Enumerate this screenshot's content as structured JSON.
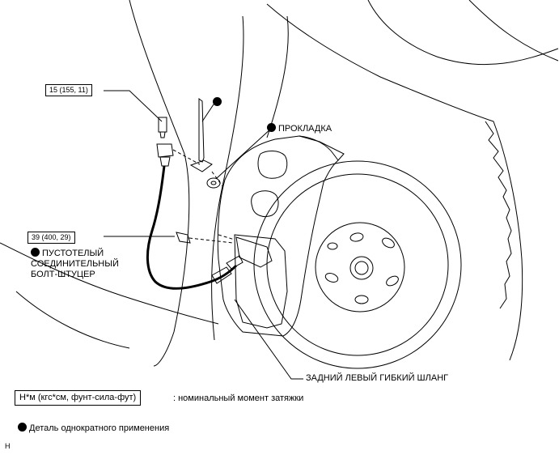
{
  "torque_top": "15 (155, 11)",
  "torque_bolt": "39 (400, 29)",
  "label_gasket": "ПРОКЛАДКА",
  "label_union_bolt_line1": "ПУСТОТЕЛЫЙ",
  "label_union_bolt_line2": "СОЕДИНИТЕЛЬНЫЙ",
  "label_union_bolt_line3": "БОЛТ-ШТУЦЕР",
  "label_hose": "ЗАДНИЙ ЛЕВЫЙ ГИБКИЙ ШЛАНГ",
  "legend_unit_box": "Н*м (кгс*см, фунт-сила-фут)",
  "legend_unit_text": ": номинальный момент затяжки",
  "legend_single_use": "Деталь однократного применения",
  "corner_code": "H"
}
